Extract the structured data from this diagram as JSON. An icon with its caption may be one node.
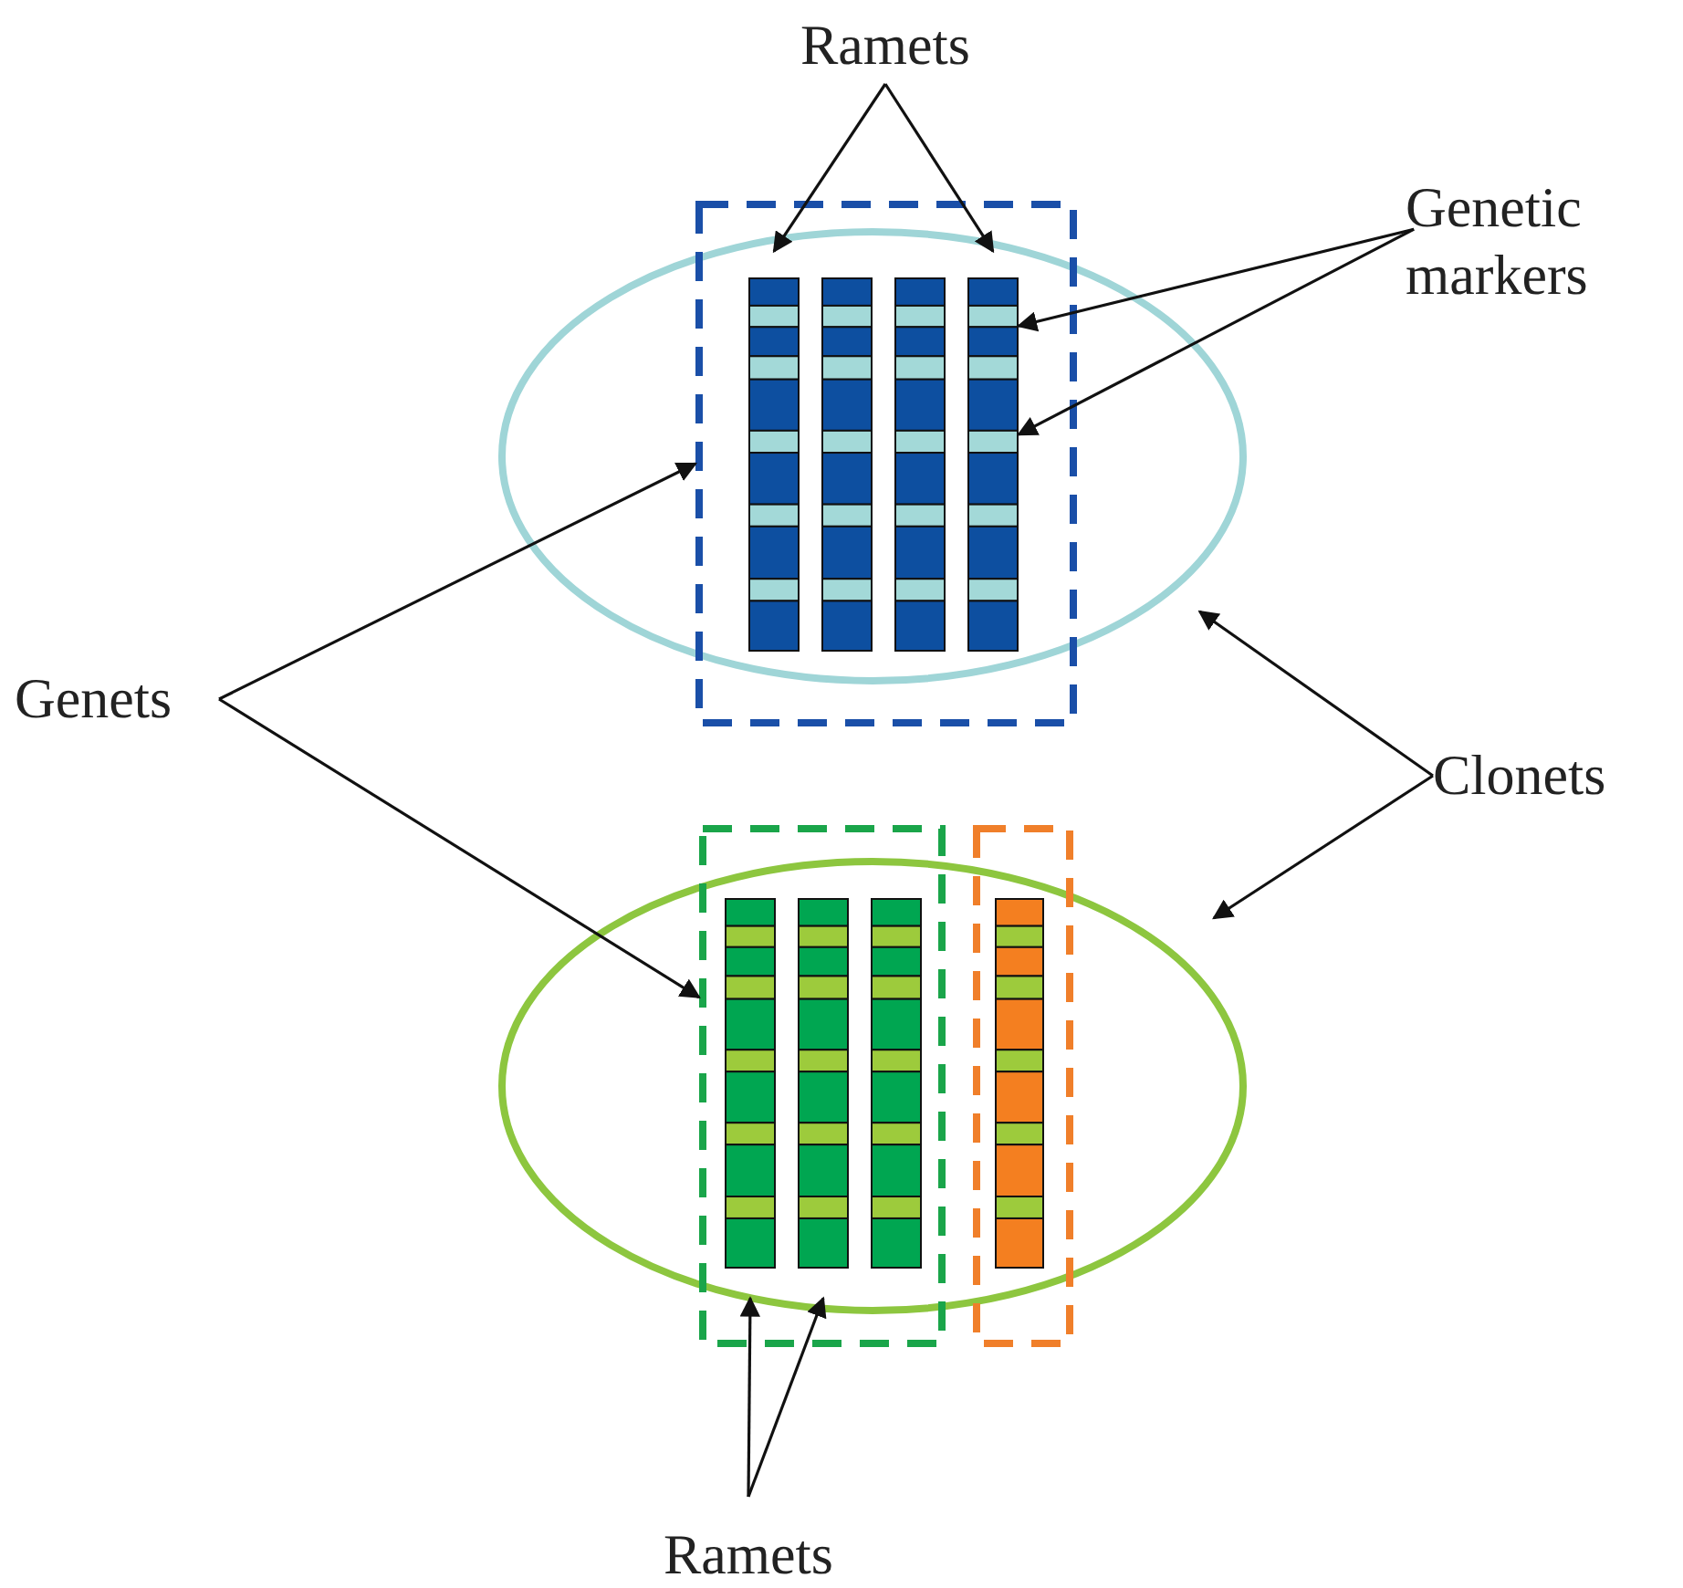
{
  "diagram": {
    "nodes": [
      {
        "text": [
          "Ramets"
        ]
      },
      {
        "text": [
          "Genetic markers"
        ]
      },
      {
        "text": [],
        "shape": "ellipse"
      },
      {
        "text": [],
        "shape": "box"
      },
      {
        "text": [],
        "shape": "bar",
        "in": 3
      },
      {
        "text": [],
        "shape": "bar",
        "in": 3
      },
      {
        "text": [],
        "shape": "bar",
        "in": 3
      },
      {
        "text": [],
        "shape": "bar",
        "in": 3
      },
      {
        "text": [
          "Genets"
        ]
      },
      {
        "text": [
          "Clonets"
        ]
      },
      {
        "text": [],
        "shape": "ellipse"
      },
      {
        "text": [],
        "shape": "box"
      },
      {
        "text": [],
        "shape": "bar",
        "in": 11
      },
      {
        "text": [],
        "shape": "bar",
        "in": 11
      },
      {
        "text": [],
        "shape": "bar",
        "in": 11
      },
      {
        "text": [],
        "shape": "box"
      },
      {
        "text": [],
        "shape": "bar",
        "in": 15
      },
      {
        "text": [
          "Ramets"
        ]
      }
    ],
    "edges": [
      {
        "from": 0,
        "to": 4,
        "arrow": "to"
      },
      {
        "from": 0,
        "to": 7,
        "arrow": "to"
      },
      {
        "from": 1,
        "to": 7,
        "arrow": "to"
      },
      {
        "from": 1,
        "to": 7,
        "arrow": "to"
      },
      {
        "from": 8,
        "to": 3,
        "arrow": "to"
      },
      {
        "from": 8,
        "to": 11,
        "arrow": "to"
      },
      {
        "from": 9,
        "to": 2,
        "arrow": "to"
      },
      {
        "from": 9,
        "to": 10,
        "arrow": "to"
      },
      {
        "from": 17,
        "to": 12,
        "arrow": "to"
      },
      {
        "from": 17,
        "to": 13,
        "arrow": "to"
      }
    ]
  }
}
